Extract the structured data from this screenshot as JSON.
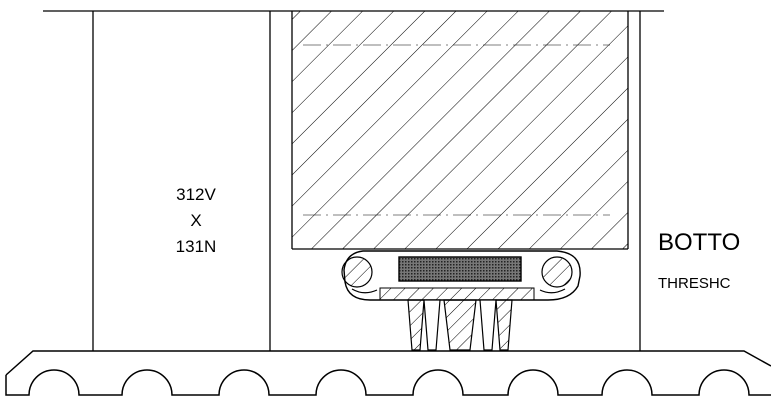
{
  "labels": {
    "dim_top": "312V",
    "dim_x": "X",
    "dim_bottom": "131N",
    "bottom_title": "BOTTO",
    "threshold_label": "THRESHC"
  },
  "colors": {
    "line": "#000000",
    "background": "#ffffff",
    "insert_fill": "#555555"
  }
}
